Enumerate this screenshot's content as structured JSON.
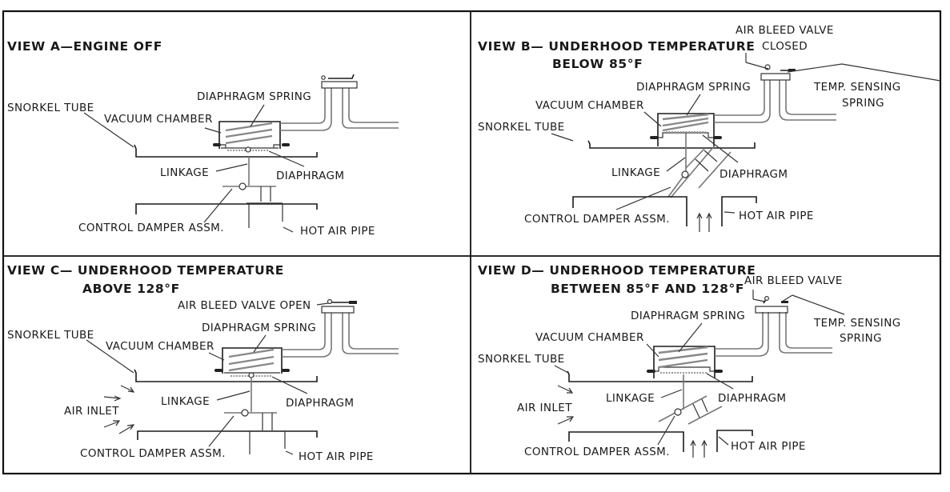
{
  "figure": {
    "panels": [
      {
        "id": "A",
        "title_line1": "VIEW A—ENGINE OFF",
        "title_line2": "",
        "damper_state": "closed-horizontal",
        "labels": {
          "snorkel_tube": "SNORKEL TUBE",
          "vacuum_chamber": "VACUUM CHAMBER",
          "diaphragm_spring": "DIAPHRAGM SPRING",
          "linkage": "LINKAGE",
          "diaphragm": "DIAPHRAGM",
          "control_damper": "CONTROL DAMPER ASSM.",
          "hot_air_pipe": "HOT AIR PIPE"
        }
      },
      {
        "id": "B",
        "title_line1": "VIEW B— UNDERHOOD TEMPERATURE",
        "title_line2": "BELOW 85°F",
        "damper_state": "open-to-hot-air",
        "labels": {
          "air_bleed_valve_line1": "AIR BLEED VALVE",
          "air_bleed_valve_line2": "CLOSED",
          "temp_sensing_line1": "TEMP. SENSING",
          "temp_sensing_line2": "SPRING",
          "snorkel_tube": "SNORKEL TUBE",
          "vacuum_chamber": "VACUUM CHAMBER",
          "diaphragm_spring": "DIAPHRAGM SPRING",
          "linkage": "LINKAGE",
          "diaphragm": "DIAPHRAGM",
          "control_damper": "CONTROL DAMPER ASSM.",
          "hot_air_pipe": "HOT AIR PIPE"
        }
      },
      {
        "id": "C",
        "title_line1": "VIEW C— UNDERHOOD TEMPERATURE",
        "title_line2": "ABOVE 128°F",
        "damper_state": "closed-horizontal",
        "labels": {
          "air_bleed_valve": "AIR BLEED VALVE OPEN",
          "snorkel_tube": "SNORKEL TUBE",
          "vacuum_chamber": "VACUUM CHAMBER",
          "diaphragm_spring": "DIAPHRAGM SPRING",
          "linkage": "LINKAGE",
          "diaphragm": "DIAPHRAGM",
          "air_inlet": "AIR INLET",
          "control_damper": "CONTROL DAMPER ASSM.",
          "hot_air_pipe": "HOT AIR PIPE"
        }
      },
      {
        "id": "D",
        "title_line1": "VIEW D— UNDERHOOD TEMPERATURE",
        "title_line2": "BETWEEN 85°F AND 128°F",
        "damper_state": "partially-open",
        "labels": {
          "air_bleed_valve": "AIR BLEED VALVE",
          "temp_sensing_line1": "TEMP. SENSING",
          "temp_sensing_line2": "SPRING",
          "snorkel_tube": "SNORKEL TUBE",
          "vacuum_chamber": "VACUUM CHAMBER",
          "diaphragm_spring": "DIAPHRAGM SPRING",
          "linkage": "LINKAGE",
          "diaphragm": "DIAPHRAGM",
          "air_inlet": "AIR INLET",
          "control_damper": "CONTROL DAMPER ASSM.",
          "hot_air_pipe": "HOT AIR PIPE"
        }
      }
    ]
  }
}
